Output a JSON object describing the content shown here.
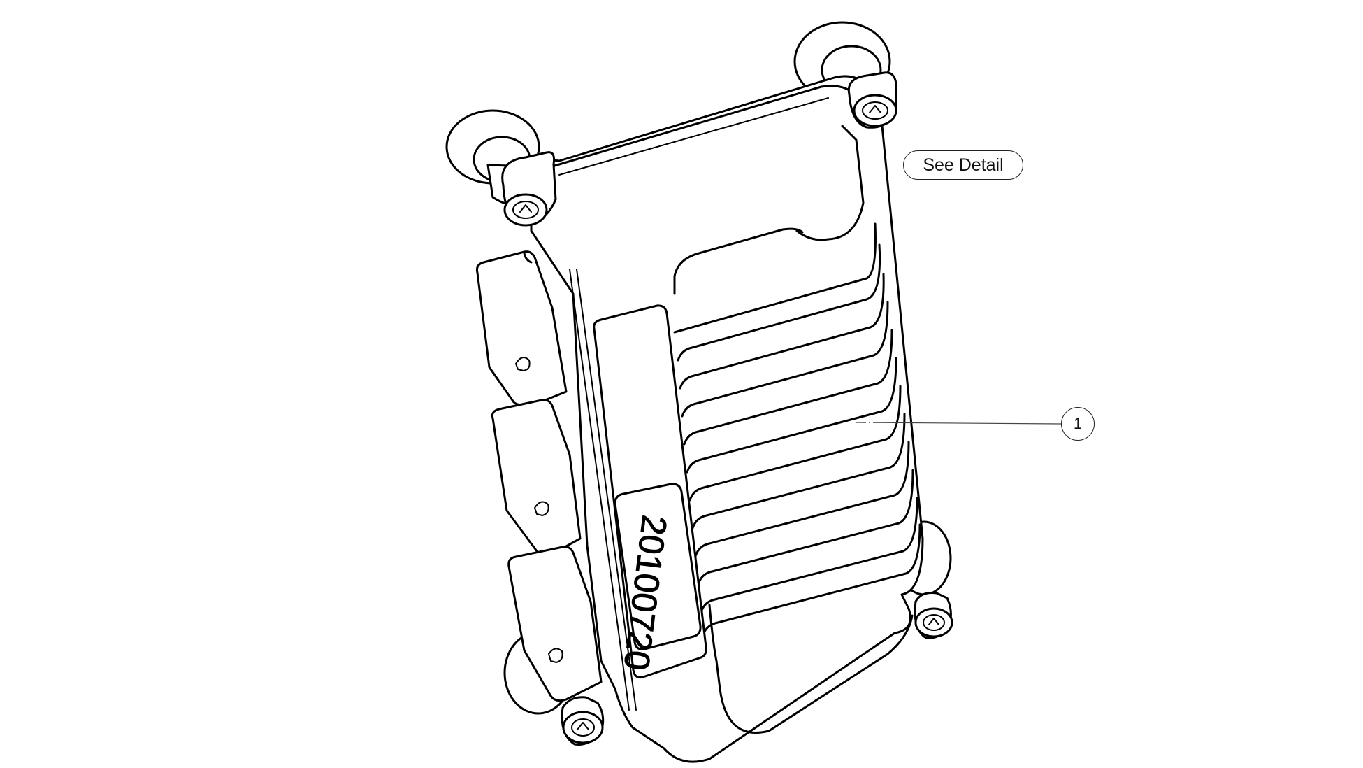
{
  "diagram": {
    "see_detail_label": "See Detail",
    "callout_number": "1",
    "part_label": "20100720"
  }
}
